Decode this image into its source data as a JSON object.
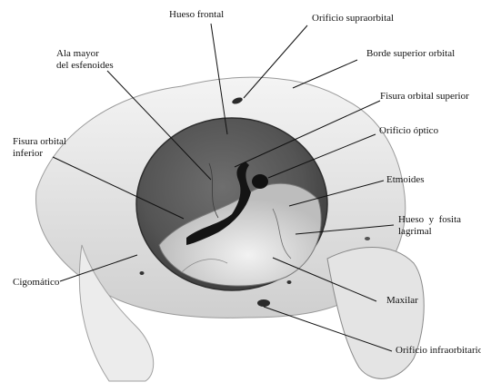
{
  "figure": {
    "labels": {
      "hueso_frontal": "Hueso frontal",
      "orificio_supraorbital": "Orificio supraorbital",
      "ala_mayor": "Ala mayor\ndel esfenoides",
      "borde_superior_orbital": "Borde superior orbital",
      "fisura_orbital_superior": "Fisura orbital superior",
      "orificio_optico": "Orificio óptico",
      "fisura_orbital_inferior": "Fisura orbital\ninferior",
      "etmoides": "Etmoides",
      "hueso_fosita_lagrimal": "Hueso  y  fosita\nlagrimal",
      "cigomatico": "Cigomático",
      "maxilar": "Maxilar",
      "orificio_infraorbitario": "Orificio infraorbitario"
    },
    "colors": {
      "ink": "#111111",
      "orbit_dark": "#5a5a5a",
      "bone_light": "#d9d9d9",
      "background": "#ffffff"
    }
  }
}
